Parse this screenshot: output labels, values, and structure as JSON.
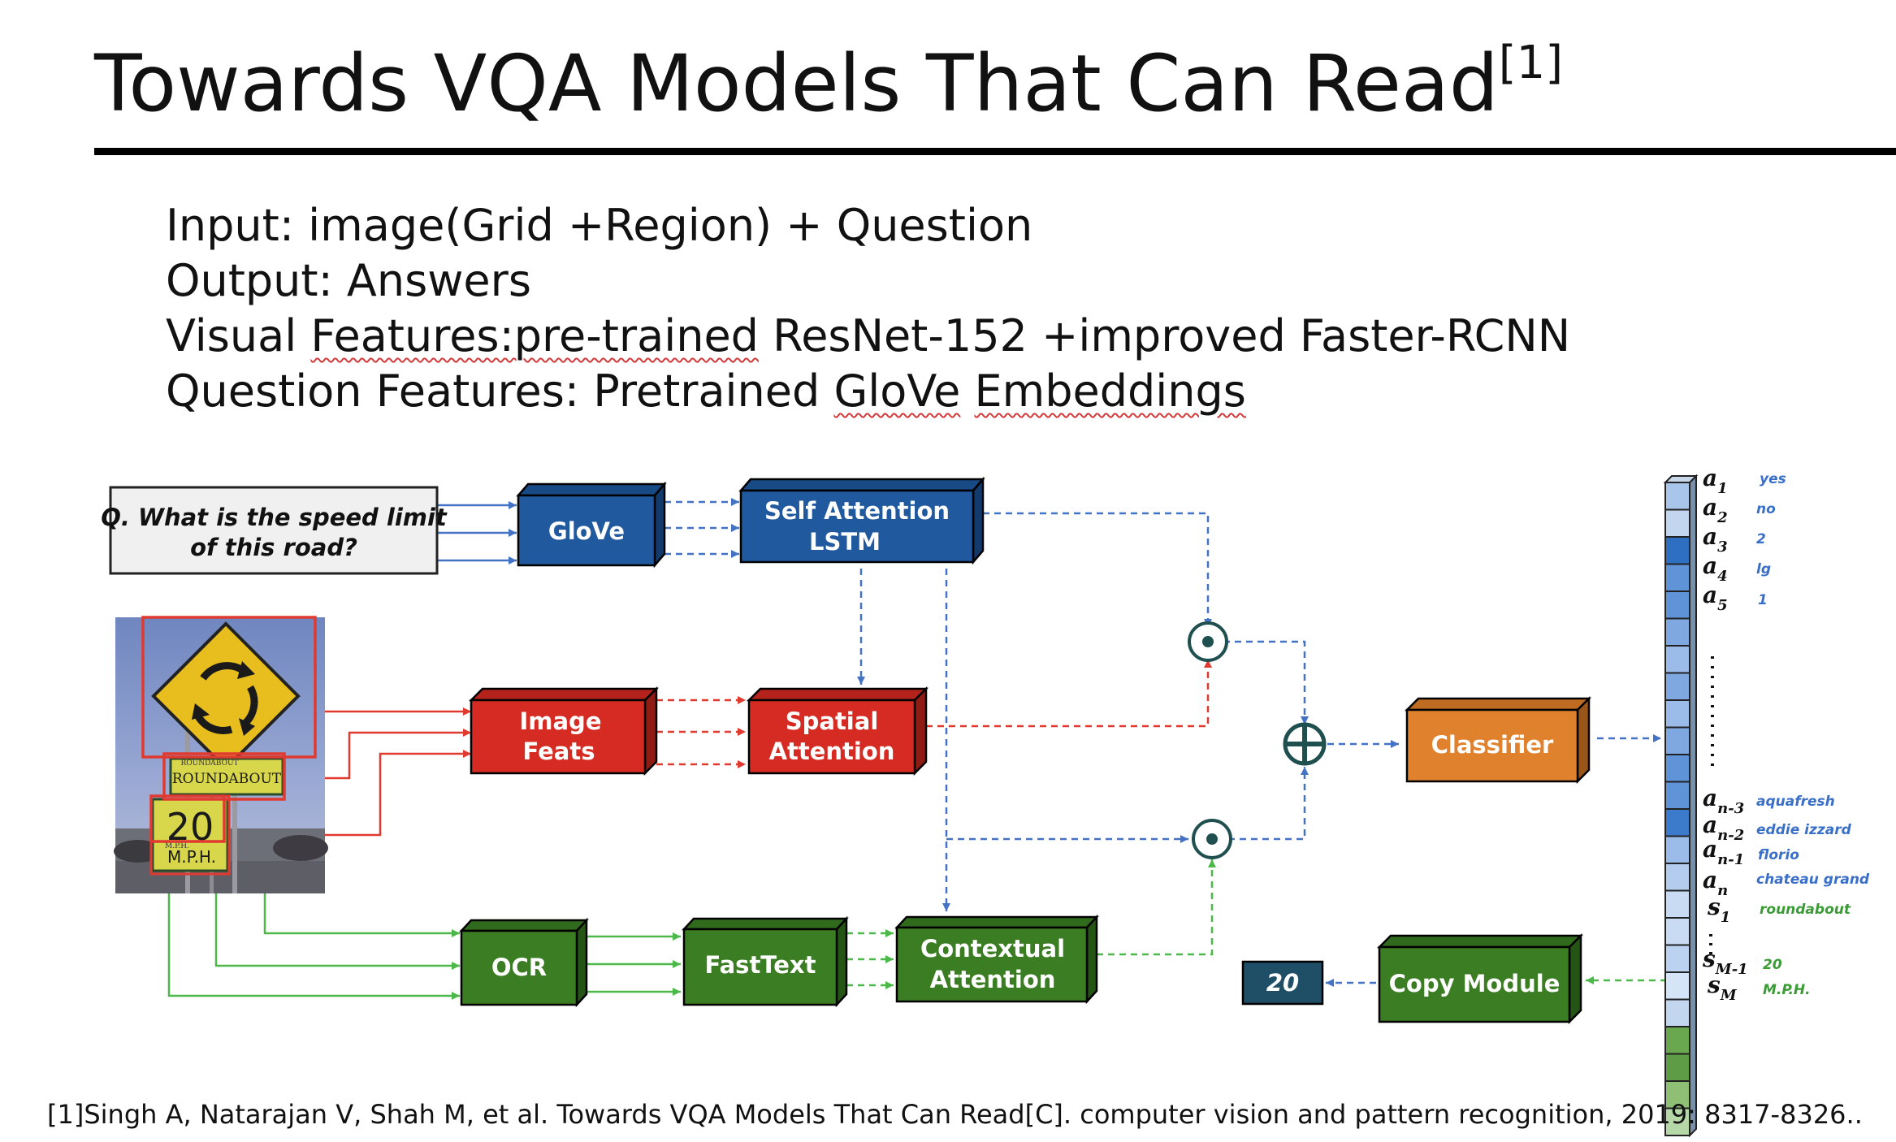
{
  "slide": {
    "title": "Towards VQA Models That Can Read",
    "title_ref": "[1]",
    "bullets": {
      "input": "Input: image(Grid +Region) + Question",
      "output": "Output: Answers",
      "visual_prefix": "Visual ",
      "visual_squig": "Features:pre-trained",
      "visual_suffix": " ResNet-152 +improved Faster-RCNN",
      "question_prefix": "Question Features: Pretrained ",
      "question_squig1": "GloVe",
      "question_space": " ",
      "question_squig2": "Embeddings"
    },
    "footnote": "[1]Singh A, Natarajan V, Shah M, et al. Towards VQA Models That Can Read[C]. computer vision and pattern recognition, 2019: 8317-8326.."
  },
  "diagram": {
    "question_line1": "Q. What is the speed limit",
    "question_line2": "of this road?",
    "glove": "GloVe",
    "self_attention_line1": "Self Attention",
    "self_attention_line2": "LSTM",
    "image_feats_line1": "Image",
    "image_feats_line2": "Feats",
    "spatial_attention_line1": "Spatial",
    "spatial_attention_line2": "Attention",
    "classifier": "Classifier",
    "ocr": "OCR",
    "fasttext": "FastText",
    "contextual_attention_line1": "Contextual",
    "contextual_attention_line2": "Attention",
    "copy_module": "Copy Module",
    "output_answer": "20",
    "photo": {
      "sign_roundabout_small": "ROUNDABOUT",
      "sign_roundabout": "ROUNDABOUT",
      "sign_speed": "20",
      "sign_mph_small": "M.P.H.",
      "sign_mph": "M.P.H."
    },
    "vocab_labels": [
      {
        "base": "a",
        "sub": "1"
      },
      {
        "base": "a",
        "sub": "2"
      },
      {
        "base": "a",
        "sub": "3"
      },
      {
        "base": "a",
        "sub": "4"
      },
      {
        "base": "a",
        "sub": "5"
      },
      {
        "base": "a",
        "sub": "n-3"
      },
      {
        "base": "a",
        "sub": "n-2"
      },
      {
        "base": "a",
        "sub": "n-1"
      },
      {
        "base": "a",
        "sub": "n"
      },
      {
        "base": "s",
        "sub": "1"
      },
      {
        "base": "s",
        "sub": "M-1"
      },
      {
        "base": "s",
        "sub": "M"
      }
    ],
    "vocab_values": [
      "yes",
      "no",
      "2",
      "lg",
      "1",
      "aquafresh",
      "eddie izzard",
      "florio",
      "chateau grand",
      "roundabout",
      "20",
      "M.P.H."
    ],
    "colors": {
      "blue_box": "#21599f",
      "red_box": "#d52b22",
      "green_box": "#3b7d23",
      "orange_box": "#e0822d",
      "answer_box": "#1f4f66",
      "blue_arrow": "#4472c4",
      "red_arrow": "#e03a30",
      "green_arrow": "#4db84a",
      "operator": "#1f4f4f"
    },
    "icons": [
      "odot-operator-icon",
      "oplus-operator-icon",
      "roundabout-sign-icon"
    ]
  }
}
